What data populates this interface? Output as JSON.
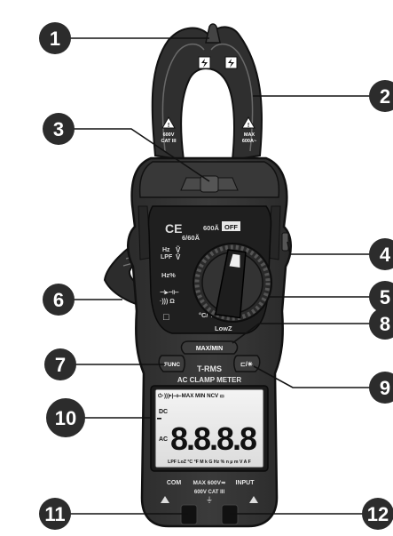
{
  "callouts": [
    {
      "number": "1"
    },
    {
      "number": "2"
    },
    {
      "number": "3"
    },
    {
      "number": "4"
    },
    {
      "number": "5"
    },
    {
      "number": "6"
    },
    {
      "number": "7"
    },
    {
      "number": "8"
    },
    {
      "number": "9"
    },
    {
      "number": "10"
    },
    {
      "number": "11"
    },
    {
      "number": "12"
    }
  ],
  "jaw_warnings": {
    "left": [
      "600V",
      "CAT III"
    ],
    "right": [
      "MAX",
      "600A~"
    ]
  },
  "dial": {
    "off": "OFF",
    "range_600a": "600Ã",
    "range_6_60a": "6/60Ã",
    "volt_symbols": "≂\nV",
    "hz_lpf": [
      "Hz",
      "LPF"
    ],
    "hz_percent": "Hz%",
    "diode_cap": "⊣▸⊣⊢",
    "continuity_ohm": "·))) Ω",
    "temperature": "°C/°F",
    "lowz": "LowZ"
  },
  "marks": {
    "ce": "CE",
    "class2": "□"
  },
  "buttons": {
    "maxmin": "MAX/MIN",
    "func": "FUNC",
    "hold_light": "⊏/☀"
  },
  "labels": {
    "trms": "T-RMS",
    "meter_title": "AC CLAMP METER"
  },
  "lcd": {
    "top_row": "⏻·)))▸|⊣⊢MAX MIN NCV ▭",
    "dc": "DC",
    "ac": "AC",
    "digits": "8.8.8.8",
    "bottom_row": "LPF LoZ °C °F M k G Hz % n μ m V A F"
  },
  "terminals": {
    "com": "COM",
    "max_rating": "MAX 600V≂",
    "input": "INPUT",
    "category": "600V CAT III"
  }
}
